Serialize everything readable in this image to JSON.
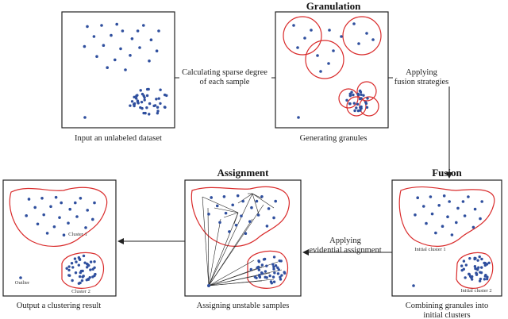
{
  "panels": {
    "input": {
      "caption": "Input an unlabeled dataset"
    },
    "granulation": {
      "heading": "Granulation",
      "caption": "Generating granules"
    },
    "fusion": {
      "heading": "Fusion",
      "caption_line1": "Combining granules into",
      "caption_line2": "initial clusters",
      "cluster1_label": "Initial cluster 1",
      "cluster2_label": "Initial cluster 2"
    },
    "assignment": {
      "heading": "Assignment",
      "caption": "Assigning unstable samples"
    },
    "output": {
      "caption": "Output a clustering result",
      "cluster1_label": "Cluster 1",
      "cluster2_label": "Cluster 2",
      "outlier_label": "Outlier"
    }
  },
  "arrows": {
    "sparse": {
      "line1": "Calculating sparse degree",
      "line2": "of each sample"
    },
    "fusion": {
      "line1": "Applying",
      "line2": "fusion strategies"
    },
    "evidential": {
      "line1": "Applying",
      "line2": "evidential assignment"
    }
  },
  "colors": {
    "point": "#2f4f9e",
    "boundary": "#d92b2b",
    "line": "#222222"
  }
}
